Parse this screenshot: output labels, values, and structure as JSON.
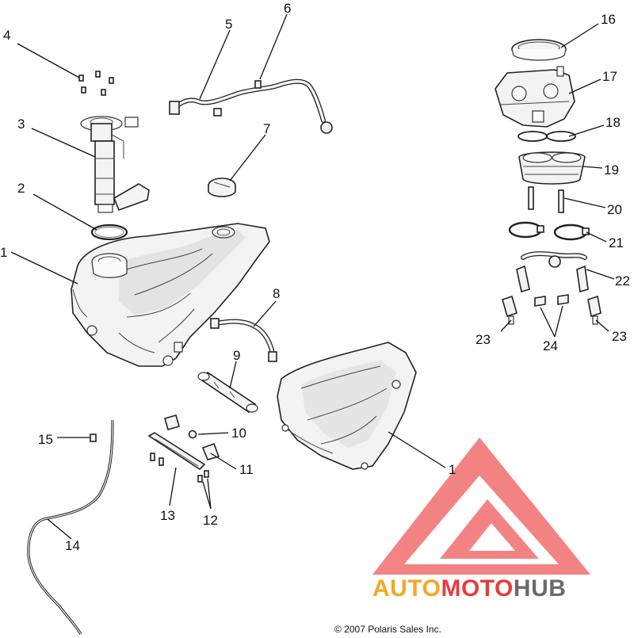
{
  "callouts": [
    {
      "id": "c1a",
      "text": "1"
    },
    {
      "id": "c1b",
      "text": "1"
    },
    {
      "id": "c2",
      "text": "2"
    },
    {
      "id": "c3",
      "text": "3"
    },
    {
      "id": "c4",
      "text": "4"
    },
    {
      "id": "c5",
      "text": "5"
    },
    {
      "id": "c6",
      "text": "6"
    },
    {
      "id": "c7",
      "text": "7"
    },
    {
      "id": "c8",
      "text": "8"
    },
    {
      "id": "c9",
      "text": "9"
    },
    {
      "id": "c10",
      "text": "10"
    },
    {
      "id": "c11",
      "text": "11"
    },
    {
      "id": "c12",
      "text": "12"
    },
    {
      "id": "c13",
      "text": "13"
    },
    {
      "id": "c14",
      "text": "14"
    },
    {
      "id": "c15",
      "text": "15"
    },
    {
      "id": "c16",
      "text": "16"
    },
    {
      "id": "c17",
      "text": "17"
    },
    {
      "id": "c18",
      "text": "18"
    },
    {
      "id": "c19",
      "text": "19"
    },
    {
      "id": "c20",
      "text": "20"
    },
    {
      "id": "c21",
      "text": "21"
    },
    {
      "id": "c22",
      "text": "22"
    },
    {
      "id": "c23a",
      "text": "23"
    },
    {
      "id": "c23b",
      "text": "23"
    },
    {
      "id": "c24",
      "text": "24"
    }
  ],
  "copyright": "© 2007 Polaris Sales Inc.",
  "watermark": {
    "word_a": "AUTO",
    "word_b": "MOTO",
    "word_c": "HUB",
    "color_a": "#f5a623",
    "color_b": "#e83b3b",
    "color_c": "#6b6b6b",
    "triangle_color": "#f05a5a"
  }
}
